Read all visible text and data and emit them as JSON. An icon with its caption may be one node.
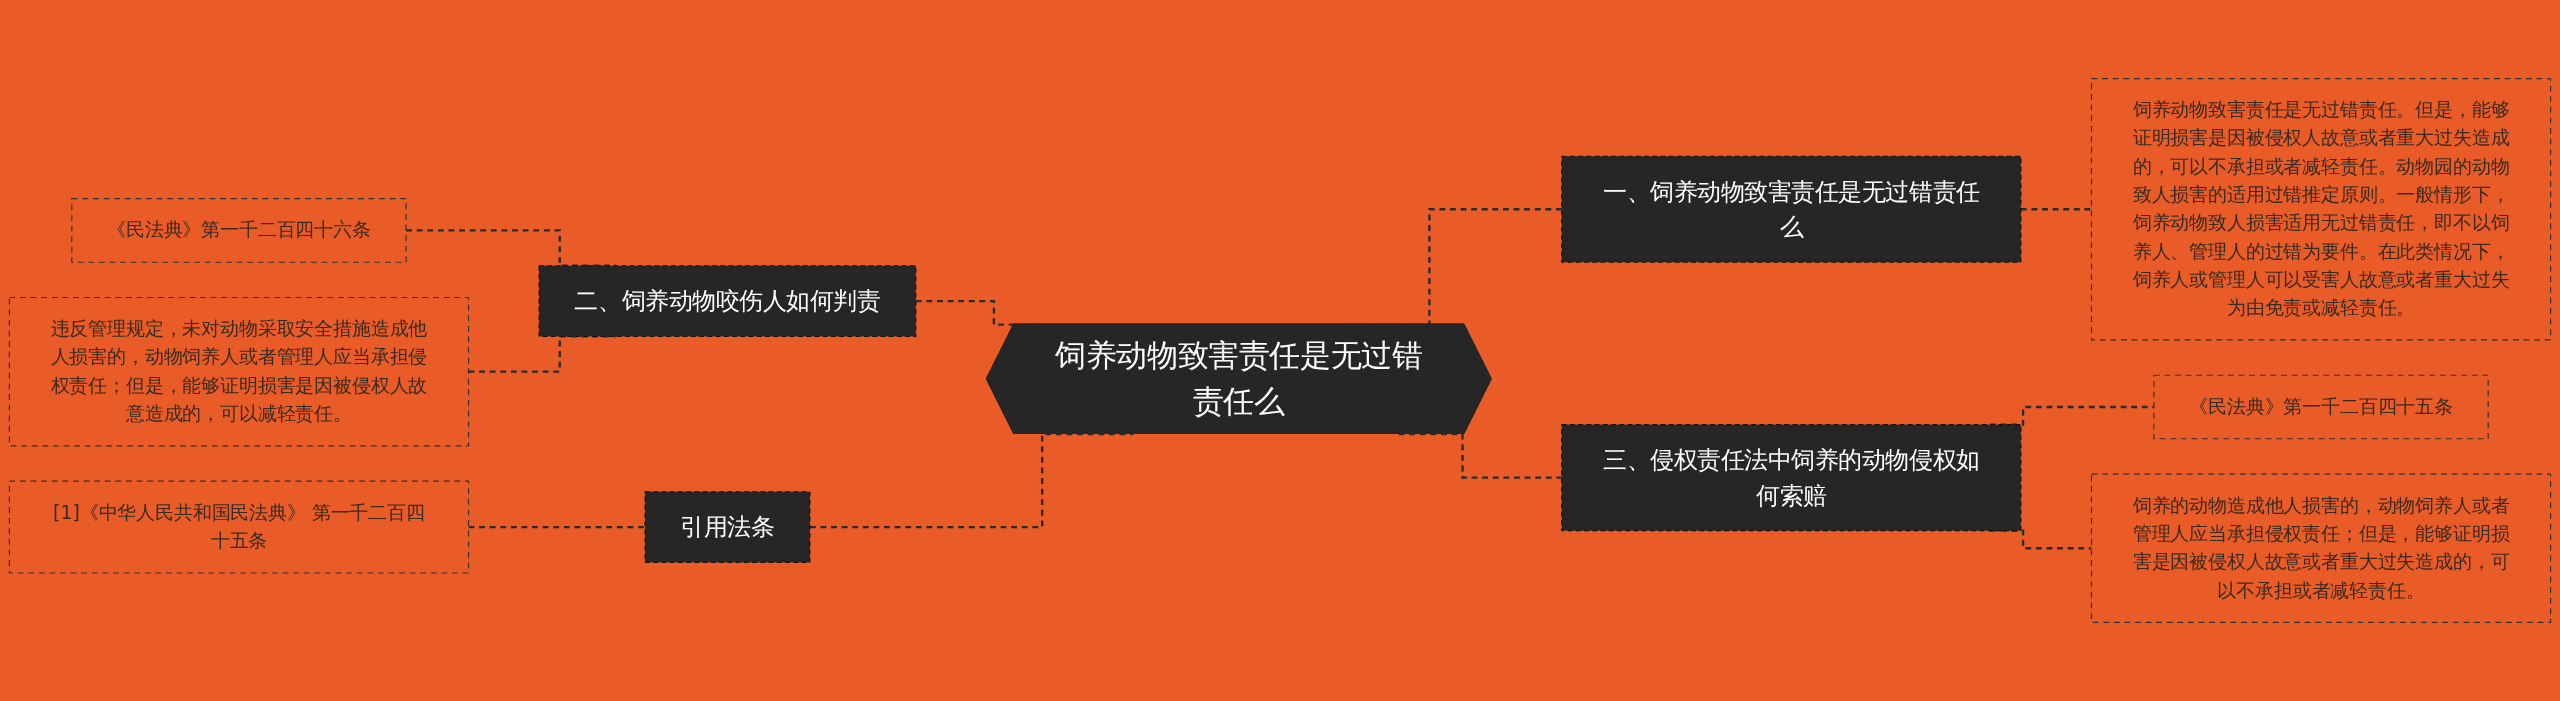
{
  "diagram": {
    "nodes": [
      {
        "text": [
          "饲养动物致害责任是无过错责任么"
        ]
      },
      {
        "text": [
          "一、饲养动物致害责任是无过错责任么"
        ]
      },
      {
        "text": [
          "饲养动物致害责任是无过错责任。但是，能够证明损害是因被侵权人故意或者重大过失造成的，可以不承担或者减轻责任。动物园的动物致人损害的适用过错推定原则。一般情形下，饲养动物致人损害适用无过错责任，即不以饲养人、管理人的过错为要件。在此类情况下，饲养人或管理人可以受害人故意或者重大过失为由免责或减轻责任。"
        ]
      },
      {
        "text": [
          "二、饲养动物咬伤人如何判责"
        ]
      },
      {
        "text": [
          "《民法典》第一千二百四十六条"
        ]
      },
      {
        "text": [
          "违反管理规定，未对动物采取安全措施造成他人损害的，动物饲养人或者管理人应当承担侵权责任；但是，能够证明损害是因被侵权人故意造成的，可以减轻责任。"
        ]
      },
      {
        "text": [
          "引用法条"
        ]
      },
      {
        "text": [
          "[1]《中华人民共和国民法典》 第一千二百四十五条"
        ]
      },
      {
        "text": [
          "三、侵权责任法中饲养的动物侵权如何索赔"
        ]
      },
      {
        "text": [
          "《民法典》第一千二百四十五条"
        ]
      },
      {
        "text": [
          "饲养的动物造成他人损害的，动物饲养人或者管理人应当承担侵权责任；但是，能够证明损害是因被侵权人故意或者重大过失造成的，可以不承担或者减轻责任。"
        ]
      }
    ],
    "edges": [
      {
        "from": 0,
        "to": 1,
        "arrow": "none",
        "style": "dashed"
      },
      {
        "from": 1,
        "to": 2,
        "arrow": "none",
        "style": "dashed"
      },
      {
        "from": 0,
        "to": 3,
        "arrow": "none",
        "style": "dashed"
      },
      {
        "from": 3,
        "to": 4,
        "arrow": "none",
        "style": "dashed"
      },
      {
        "from": 3,
        "to": 5,
        "arrow": "none",
        "style": "dashed"
      },
      {
        "from": 0,
        "to": 6,
        "arrow": "none",
        "style": "dashed"
      },
      {
        "from": 6,
        "to": 7,
        "arrow": "none",
        "style": "dashed"
      },
      {
        "from": 0,
        "to": 8,
        "arrow": "none",
        "style": "dashed"
      },
      {
        "from": 8,
        "to": 9,
        "arrow": "none",
        "style": "dashed"
      },
      {
        "from": 8,
        "to": 10,
        "arrow": "none",
        "style": "dashed"
      }
    ]
  }
}
